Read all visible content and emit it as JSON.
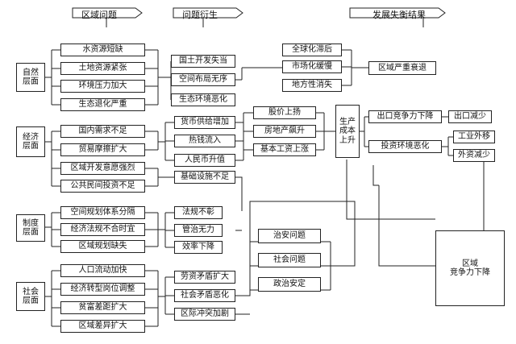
{
  "headers": {
    "region_problems": "区域问题",
    "derived_problems": "问题衍生",
    "imbalance_results": "发展失衡结果"
  },
  "levels": {
    "natural": "自然\n层面",
    "economic": "经济\n层面",
    "institutional": "制度\n层面",
    "social": "社会\n层面"
  },
  "col1": {
    "water": "水资源短缺",
    "land": "土地资源紧张",
    "env_pressure": "环境压力加大",
    "eco_worsen": "生态退化严重",
    "domestic_demand": "国内需求不足",
    "trade_friction": "贸易摩擦扩大",
    "regional_will": "区域开发意愿强烈",
    "public_invest": "公共民间投资不足",
    "spatial_planning": "空间规划体系分隔",
    "econ_law": "经济法规不合时宜",
    "regional_plan": "区域规划缺失",
    "population": "人口流动加快",
    "transition": "经济转型岗位调整",
    "wealth_gap": "贫富差距扩大",
    "regional_gap": "区域差异扩大"
  },
  "col2": {
    "land_dev": "国土开发失当",
    "spatial_disorder": "空间布局无序",
    "eco_env": "生态环境恶化",
    "money_supply": "货币供给增加",
    "hot_money": "热钱流入",
    "rmb": "人民币升值",
    "infra": "基础设施不足",
    "law_weak": "法规不彰",
    "mgmt_weak": "管治无力",
    "efficiency": "效率下降",
    "labor": "劳资矛盾扩大",
    "social_conflict": "社会矛盾恶化",
    "inter_region": "区际冲突加剧"
  },
  "col3": {
    "stock": "股价上扬",
    "housing": "房地产飙升",
    "wages": "基本工资上涨"
  },
  "production_cost": "生产\n成本\n上升",
  "col4": {
    "security": "治安问题",
    "social_issue": "社会问题",
    "political": "政治安定"
  },
  "results": {
    "globalization": "全球化滞后",
    "marketization": "市场化缓慢",
    "locality": "地方性消失",
    "recession": "区域严重衰退",
    "export_comp": "出口竞争力下降",
    "export_down": "出口减少",
    "invest_env": "投资环境恶化",
    "industry_out": "工业外移",
    "fdi_down": "外资减少",
    "regional_comp": "区域\n竞争力下降"
  }
}
